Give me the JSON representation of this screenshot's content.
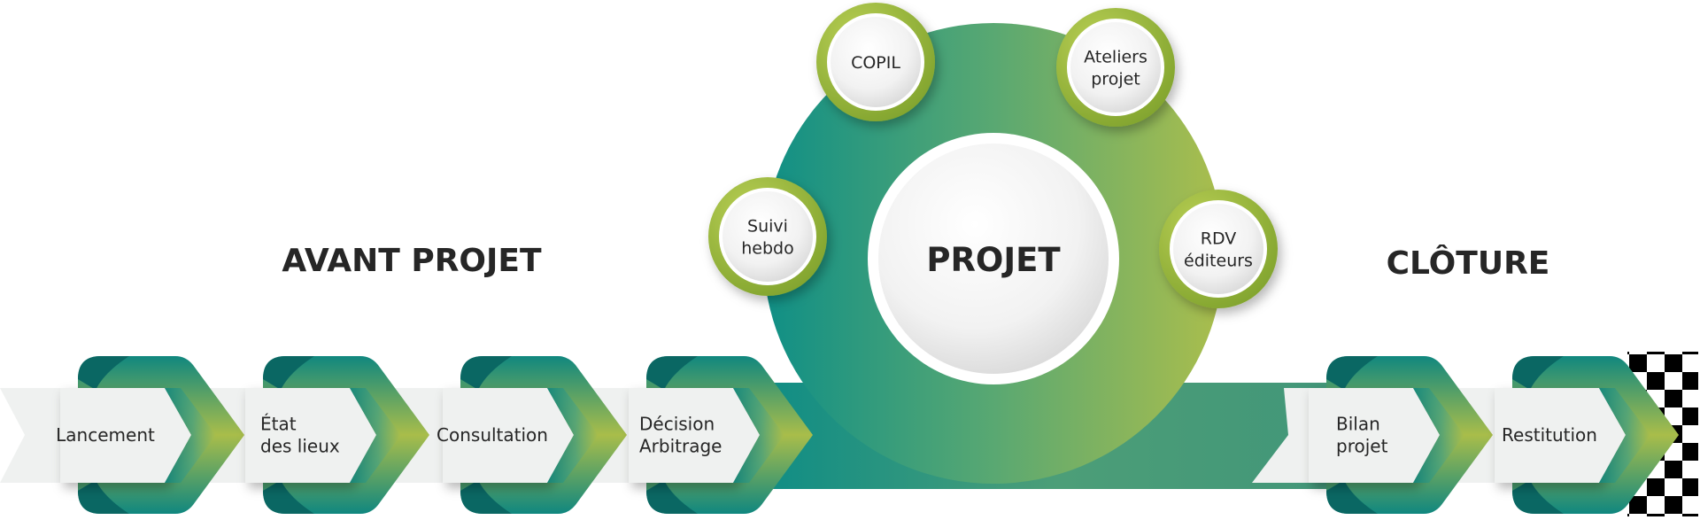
{
  "phases": {
    "avant": "AVANT PROJET",
    "centre": "PROJET",
    "cloture": "CLÔTURE"
  },
  "steps": [
    {
      "lines": [
        "Lancement"
      ]
    },
    {
      "lines": [
        "État",
        "des lieux"
      ]
    },
    {
      "lines": [
        "Consultation"
      ]
    },
    {
      "lines": [
        "Décision",
        "Arbitrage"
      ]
    },
    {
      "lines": [
        "Bilan",
        "projet"
      ]
    },
    {
      "lines": [
        "Restitution"
      ]
    }
  ],
  "bubbles": [
    {
      "lines": [
        "COPIL"
      ]
    },
    {
      "lines": [
        "Ateliers",
        "projet"
      ]
    },
    {
      "lines": [
        "Suivi",
        "hebdo"
      ]
    },
    {
      "lines": [
        "RDV",
        "éditeurs"
      ]
    }
  ],
  "icons": {
    "finish": "checkered-flag-icon"
  },
  "colors": {
    "teal": "#0f8a82",
    "teal_dark": "#0b6f6c",
    "green": "#a9bd4a",
    "lime_ring": "#9cba3a",
    "band_light": "#eff1f0",
    "text": "#262626"
  }
}
